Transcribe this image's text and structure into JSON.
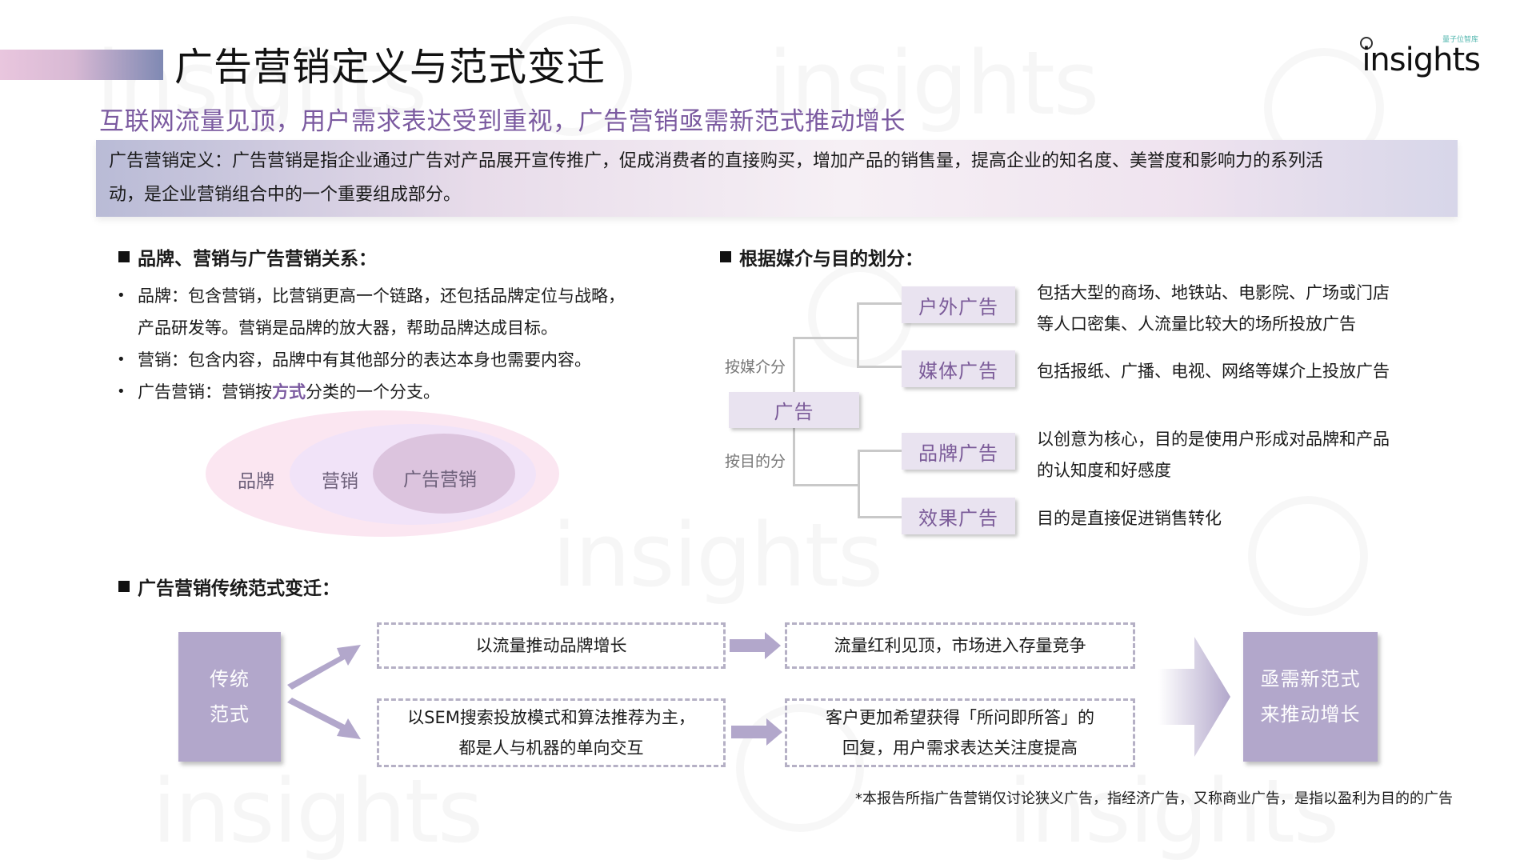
{
  "header": {
    "title": "广告营销定义与范式变迁",
    "subtitle": "互联网流量见顶，用户需求表达受到重视，广告营销亟需新范式推动增长",
    "logo": {
      "word": "insights",
      "cn": "量子位智库",
      "icon": "q-ring-icon"
    }
  },
  "definition": {
    "line1": "广告营销定义：广告营销是指企业通过广告对产品展开宣传推广，促成消费者的直接购买，增加产品的销售量，提高企业的知名度、美誉度和影响力的系列活",
    "line2": "动，是企业营销组合中的一个重要组成部分。"
  },
  "relation_section": {
    "heading": "品牌、营销与广告营销关系：",
    "bullets": [
      {
        "text_pre": "品牌：包含营销，比营销更高一个链路，还包括品牌定位与战略，",
        "text_line2": "产品研发等。营销是品牌的放大器，帮助品牌达成目标。"
      },
      {
        "text_pre": "营销：包含内容，品牌中有其他部分的表达本身也需要内容。"
      },
      {
        "text_pre": "广告营销：营销按",
        "highlight": "方式",
        "text_post": "分类的一个分支。"
      }
    ],
    "venn": {
      "outer": "品牌",
      "middle": "营销",
      "inner": "广告营销"
    }
  },
  "classification_section": {
    "heading": "根据媒介与目的划分：",
    "root": "广告",
    "branch_labels": {
      "by_media": "按媒介分",
      "by_purpose": "按目的分"
    },
    "nodes": [
      {
        "label": "户外广告",
        "desc_l1": "包括大型的商场、地铁站、电影院、广场或门店",
        "desc_l2": "等人口密集、人流量比较大的场所投放广告"
      },
      {
        "label": "媒体广告",
        "desc_l1": "包括报纸、广播、电视、网络等媒介上投放广告"
      },
      {
        "label": "品牌广告",
        "desc_l1": "以创意为核心，目的是使用户形成对品牌和产品",
        "desc_l2": "的认知度和好感度"
      },
      {
        "label": "效果广告",
        "desc_l1": "目的是直接促进销售转化"
      }
    ]
  },
  "paradigm_section": {
    "heading": "广告营销传统范式变迁：",
    "source": {
      "l1": "传统",
      "l2": "范式"
    },
    "row1": {
      "from": "以流量推动品牌增长",
      "to": "流量红利见顶，市场进入存量竞争"
    },
    "row2": {
      "from_l1": "以SEM搜索投放模式和算法推荐为主，",
      "from_l2": "都是人与机器的单向交互",
      "to_l1": "客户更加希望获得「所问即所答」的",
      "to_l2": "回复，用户需求表达关注度提高"
    },
    "target": {
      "l1": "亟需新范式",
      "l2": "来推动增长"
    }
  },
  "footnote": "*本报告所指广告营销仅讨论狭义广告，指经济广告，又称商业广告，是指以盈利为目的的广告",
  "colors": {
    "accent_purple": "#7b5aa0",
    "box_purple": "#b2a7cb",
    "node_bg": "#e9e3f0",
    "dash_border": "#b5b0c5"
  }
}
